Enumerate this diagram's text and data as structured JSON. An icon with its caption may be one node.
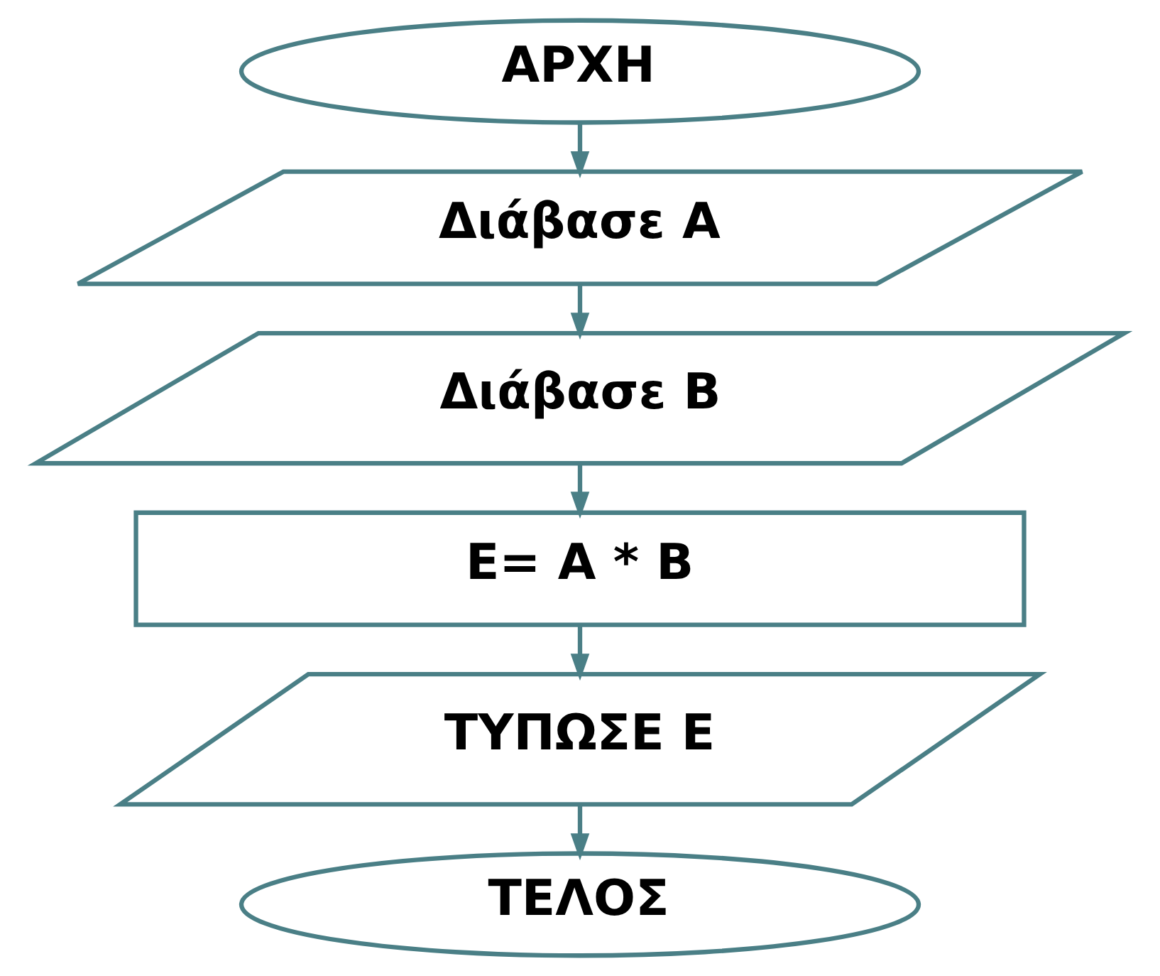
{
  "diagram": {
    "nodes": [
      {
        "text": [
          "ΑΡΧΗ"
        ]
      },
      {
        "text": [
          "Διάβασε Α"
        ]
      },
      {
        "text": [
          "Διάβασε Β"
        ]
      },
      {
        "text": [
          "Ε= Α * Β"
        ]
      },
      {
        "text": [
          "ΤΥΠΩΣΕ Ε"
        ]
      },
      {
        "text": [
          "ΤΕΛΟΣ"
        ]
      }
    ],
    "edges": [
      {
        "from": 0,
        "to": 1,
        "arrow": "to"
      },
      {
        "from": 1,
        "to": 2,
        "arrow": "to"
      },
      {
        "from": 2,
        "to": 3,
        "arrow": "to"
      },
      {
        "from": 3,
        "to": 4,
        "arrow": "to"
      },
      {
        "from": 4,
        "to": 5,
        "arrow": "to"
      }
    ]
  }
}
